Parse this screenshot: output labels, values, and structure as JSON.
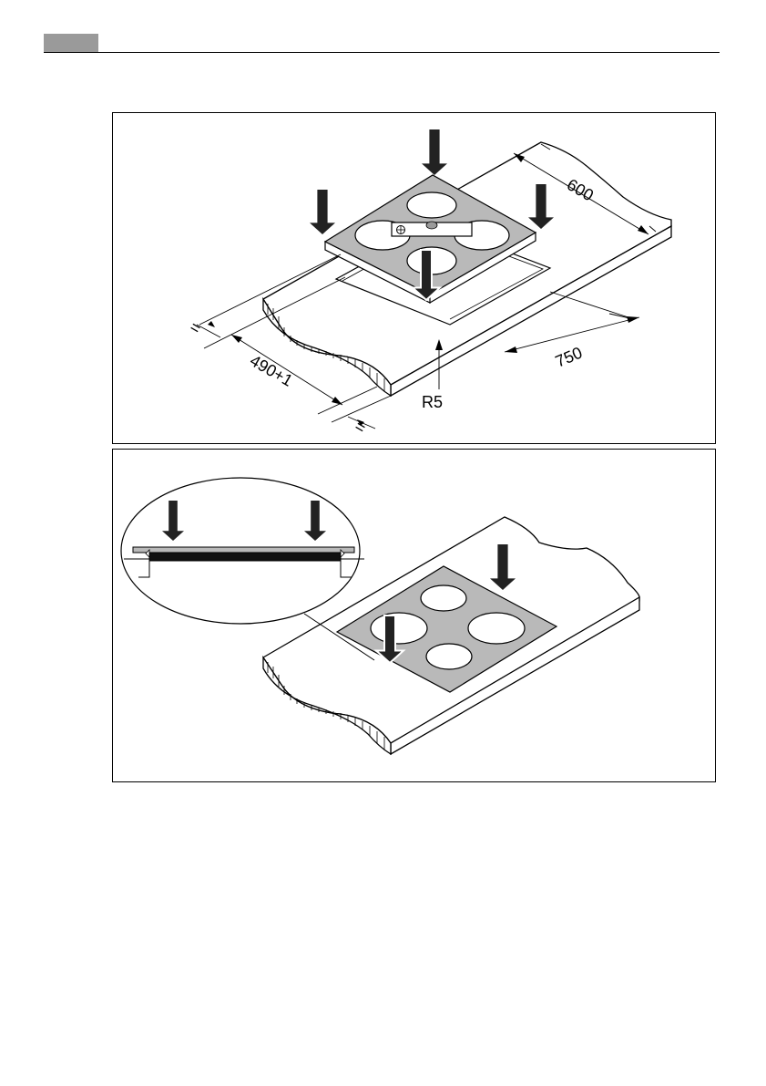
{
  "colors": {
    "header_tab": "#9a9a9a",
    "hob_surface": "#b9b9b9",
    "arrow": "#222222",
    "line": "#000000"
  },
  "figure_top": {
    "dimensions": {
      "depth": "600",
      "width": "750",
      "cutout": "490+1",
      "equal_left": "=",
      "equal_right": "=",
      "radius": "R5"
    },
    "arrow_count": 4,
    "burner_count": 4
  },
  "figure_bottom": {
    "arrow_count": 2,
    "detail_arrow_count": 2,
    "burner_count": 4
  }
}
